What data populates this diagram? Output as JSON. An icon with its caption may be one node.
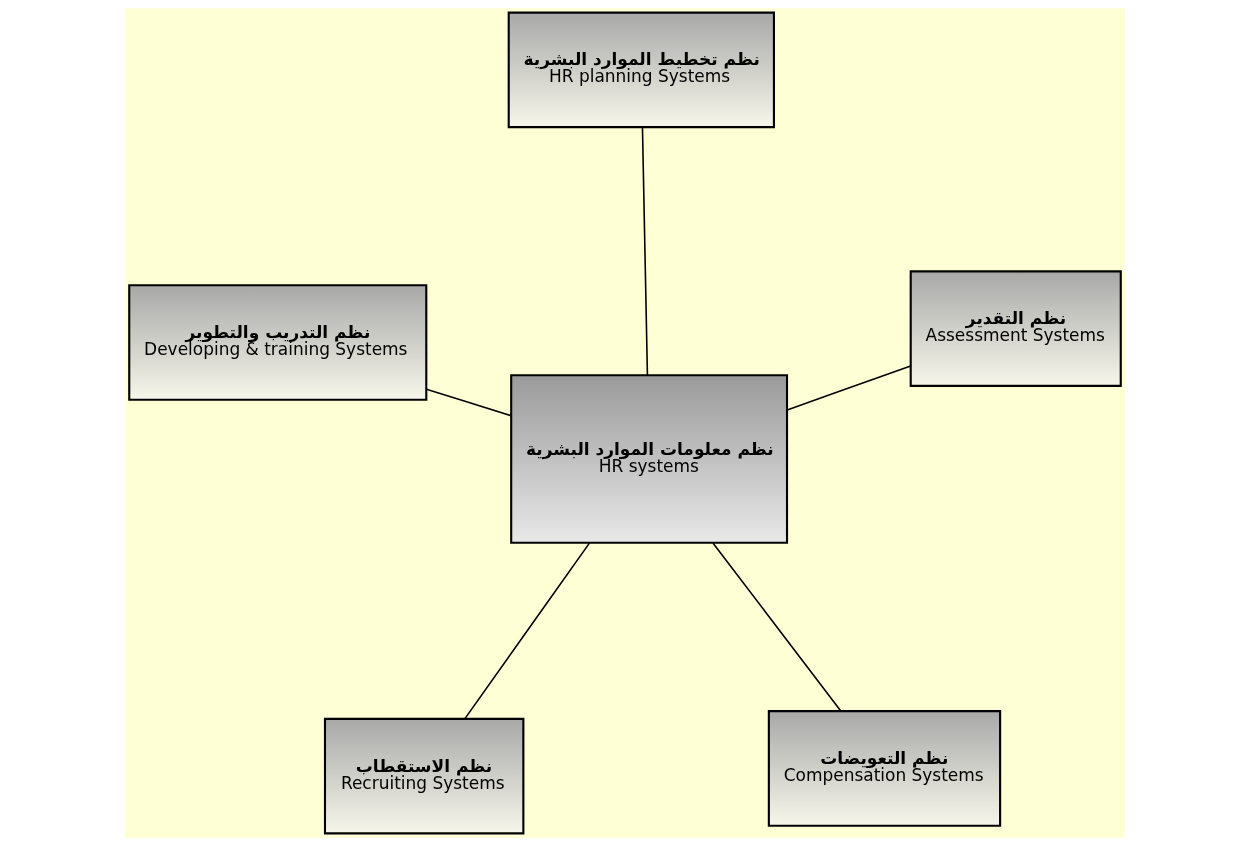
{
  "diagram": {
    "nodes": [
      {
        "text": [
          "نظم الاستقطاب",
          "Recruiting Systems"
        ]
      },
      {
        "text": [
          "نظم التعويضات",
          "Compensation Systems"
        ]
      },
      {
        "text": [
          "نظم معلومات الموارد البشرية",
          "HR systems"
        ]
      },
      {
        "text": [
          "نظم تخطيط الموارد البشرية",
          "HR planning Systems"
        ]
      },
      {
        "text": [
          "نظم التقدير",
          "Assessment Systems"
        ]
      },
      {
        "text": [
          "نظم التدريب والتطوير",
          "Developing & training Systems"
        ]
      }
    ],
    "edges": [
      {
        "from": 2,
        "to": 0,
        "arrow": "none"
      },
      {
        "from": 2,
        "to": 1,
        "arrow": "none"
      },
      {
        "from": 2,
        "to": 3,
        "arrow": "none"
      },
      {
        "from": 2,
        "to": 4,
        "arrow": "none"
      },
      {
        "from": 2,
        "to": 5,
        "arrow": "none"
      }
    ]
  }
}
